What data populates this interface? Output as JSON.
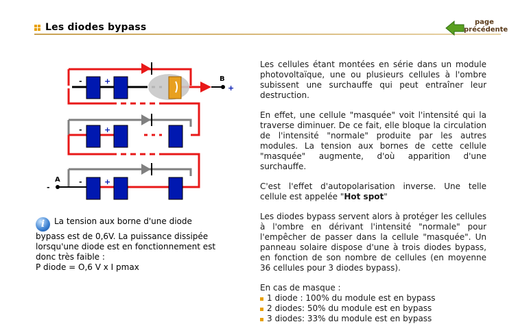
{
  "header": {
    "title": "Les diodes bypass"
  },
  "nav": {
    "prev_line1": "page",
    "prev_line2": "précédente"
  },
  "diagram": {
    "label_b": "B",
    "label_a": "A",
    "plus": "+",
    "minus": "-"
  },
  "info": {
    "text": "La tension aux borne d'une diode bypass est de 0,6V. La puissance dissipée lorsqu'une diode est en fonctionnement est donc très faible :",
    "formula": "P diode = O,6 V x I pmax"
  },
  "content": {
    "p1": "Les cellules étant montées en série dans un module photovoltaïque, une ou plusieurs cellules à l'ombre subissent une surchauffe qui peut entraîner leur destruction.",
    "p2": "En effet, une cellule \"masquée\" voit l'intensité qui la traverse diminuer. De ce fait, elle bloque la circulation de l'intensité \"normale\" produite par les autres modules. La tension aux bornes de cette cellule \"masquée\" augmente, d'où apparition d'une surchauffe.",
    "p3_before": "C'est l'effet d'autopolarisation inverse. Une telle cellule est appelée \"",
    "p3_hot": "Hot spot",
    "p3_after": "\"",
    "p4": "Les diodes bypass servent alors à protéger les cellules à l'ombre en dérivant l'intensité \"normale\" pour l'empêcher de passer dans la cellule \"masquée\". Un panneau solaire dispose d'une à trois diodes bypass, en fonction de son nombre de cellules (en moyenne 36 cellules pour 3 diodes bypass).",
    "list_title": "En cas de masque :",
    "items": [
      "1 diode  : 100% du module est en bypass",
      "2 diodes:   50% du module est en bypass",
      "3 diodes:   33% du module est en bypass"
    ]
  },
  "colors": {
    "red": "#e81818",
    "gray": "#808080",
    "cell": "#0018b0",
    "accent": "#e8a000"
  }
}
